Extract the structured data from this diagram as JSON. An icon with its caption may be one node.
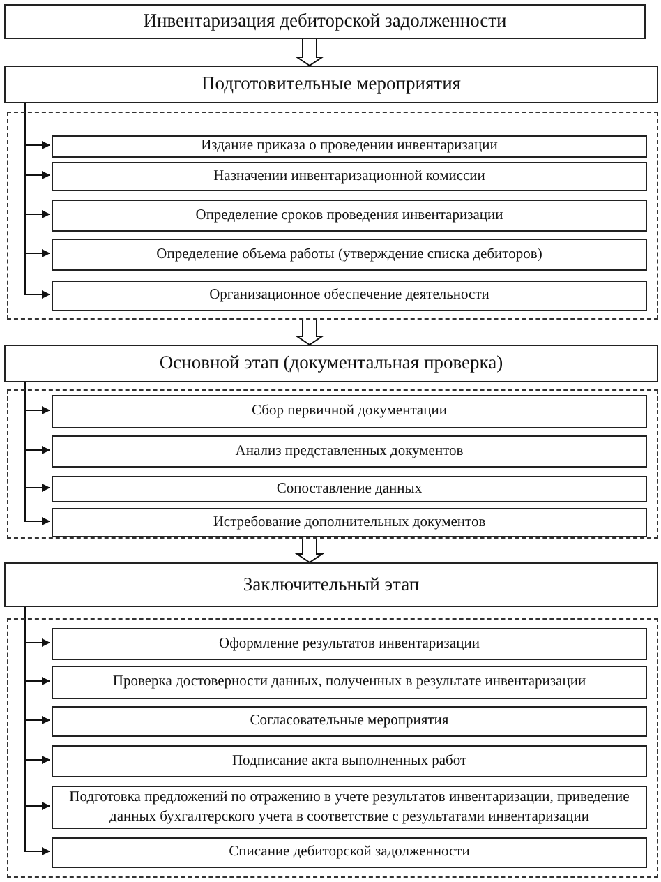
{
  "diagram": {
    "nodes": [
      {
        "text": [
          "Инвентаризация дебиторской задолженности"
        ]
      },
      {
        "text": [
          "Подготовительные мероприятия"
        ]
      },
      {
        "text": [],
        "shape": "box"
      },
      {
        "text": [
          "Издание приказа о проведении инвентаризации"
        ],
        "in": 2
      },
      {
        "text": [
          "Назначении инвентаризационной комиссии"
        ],
        "in": 2
      },
      {
        "text": [
          "Определение сроков проведения инвентаризации"
        ],
        "in": 2
      },
      {
        "text": [
          "Определение объема работы (утверждение списка дебиторов)"
        ],
        "in": 2
      },
      {
        "text": [
          "Организационное обеспечение деятельности"
        ],
        "in": 2
      },
      {
        "text": [
          "Основной этап (документальная проверка)"
        ]
      },
      {
        "text": [],
        "shape": "box"
      },
      {
        "text": [
          "Сбор первичной документации"
        ],
        "in": 9
      },
      {
        "text": [
          "Анализ представленных документов"
        ],
        "in": 9
      },
      {
        "text": [
          "Сопоставление данных"
        ],
        "in": 9
      },
      {
        "text": [
          "Истребование дополнительных документов"
        ],
        "in": 9
      },
      {
        "text": [
          "Заключительный этап"
        ]
      },
      {
        "text": [],
        "shape": "box"
      },
      {
        "text": [
          "Оформление результатов инвентаризации"
        ],
        "in": 15
      },
      {
        "text": [
          "Проверка достоверности данных, полученных в результате инвентаризации"
        ],
        "in": 15
      },
      {
        "text": [
          "Согласовательные мероприятия"
        ],
        "in": 15
      },
      {
        "text": [
          "Подписание акта выполненных работ"
        ],
        "in": 15
      },
      {
        "text": [
          "Подготовка предложений по отражению в учете результатов инвентаризации, приведение данных бухгалтерского учета в соответствие с результатами инвентаризации"
        ],
        "in": 15
      },
      {
        "text": [
          "Списание дебиторской задолженности"
        ],
        "in": 15
      }
    ],
    "edges": [
      {
        "from": 0,
        "to": 1,
        "arrow": "to",
        "style": "thick"
      },
      {
        "from": 1,
        "to": 3,
        "arrow": "to"
      },
      {
        "from": 1,
        "to": 4,
        "arrow": "to"
      },
      {
        "from": 1,
        "to": 5,
        "arrow": "to"
      },
      {
        "from": 1,
        "to": 6,
        "arrow": "to"
      },
      {
        "from": 1,
        "to": 7,
        "arrow": "to"
      },
      {
        "from": 2,
        "to": 8,
        "arrow": "to",
        "style": "thick"
      },
      {
        "from": 8,
        "to": 10,
        "arrow": "to"
      },
      {
        "from": 8,
        "to": 11,
        "arrow": "to"
      },
      {
        "from": 8,
        "to": 12,
        "arrow": "to"
      },
      {
        "from": 8,
        "to": 13,
        "arrow": "to"
      },
      {
        "from": 9,
        "to": 14,
        "arrow": "to",
        "style": "thick"
      },
      {
        "from": 14,
        "to": 16,
        "arrow": "to"
      },
      {
        "from": 14,
        "to": 17,
        "arrow": "to"
      },
      {
        "from": 14,
        "to": 18,
        "arrow": "to"
      },
      {
        "from": 14,
        "to": 19,
        "arrow": "to"
      },
      {
        "from": 14,
        "to": 20,
        "arrow": "to"
      },
      {
        "from": 14,
        "to": 21,
        "arrow": "to"
      }
    ]
  }
}
